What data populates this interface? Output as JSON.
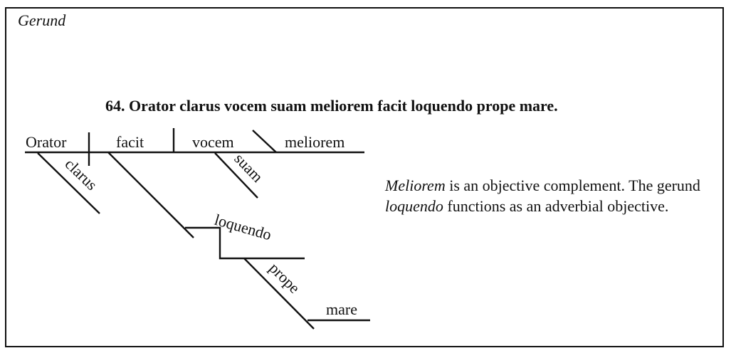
{
  "header": {
    "section_label": "Gerund",
    "sentence_title": "64. Orator clarus vocem suam meliorem facit loquendo prope mare."
  },
  "diagram": {
    "subject": "Orator",
    "verb": "facit",
    "direct_object": "vocem",
    "objective_complement": "meliorem",
    "subject_modifier": "clarus",
    "object_modifier": "suam",
    "gerund": "loquendo",
    "preposition": "prope",
    "prepositional_object": "mare"
  },
  "explanation": {
    "term1": "Meliorem",
    "text1": " is an objective complement. The gerund ",
    "term2": "loquendo",
    "text2": " functions as an adverbial objective."
  },
  "colors": {
    "ink": "#111111",
    "background": "#ffffff"
  }
}
